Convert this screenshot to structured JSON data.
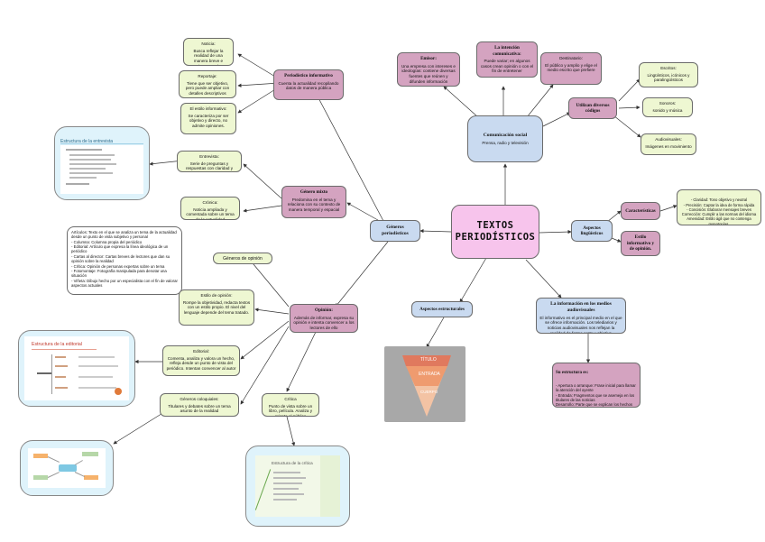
{
  "center": {
    "title": "TEXTOS PERIODÍSTICOS"
  },
  "generos": {
    "title": "Géneros periodísticos"
  },
  "periodistico_informativo": {
    "title": "Periodístico informativo",
    "body": "Cuenta la actualidad recopilando datos de manera pública"
  },
  "noticia": {
    "title": "Noticia:",
    "body": "Busca reflejar la realidad de una manera breve e impersonal"
  },
  "reportaje": {
    "title": "Reportaje:",
    "body": "Tiene que ser objetivo, pero puede ampliar con detalles descriptivos"
  },
  "estilo_informativo": {
    "title": "El estilo informativo:",
    "body": "Se caracteriza por ser objetivo y directo, no admite opiniones."
  },
  "genero_mixto": {
    "title": "Género mixto",
    "body": "Predomina en el tema y relaciona con su contexto de manera temporal y espacial"
  },
  "entrevista": {
    "title": "Entrevista:",
    "body": "Serie de preguntas y respuestas con claridad y estructura"
  },
  "cronica": {
    "title": "Crónica:",
    "body": "Noticia ampliada y comentada sobre un tema de la actualidad"
  },
  "generos_opinion": {
    "title": "Géneros de opinión"
  },
  "opinion": {
    "title": "Opinión:",
    "body": "Además de informar, expresa su opinión e intenta convencer a los lectores de ello"
  },
  "estilo_opinion": {
    "title": "Estilo de opinión:",
    "body": "Rompe la objetividad, redacta textos con un estilo propio. El nivel del lenguaje depende del tema tratado."
  },
  "editorial": {
    "title": "Editorial:",
    "body": "Comenta, analiza y valora un hecho, refleja desde un punto de vista del periódico. Intentan convencer al autor"
  },
  "coloquiales": {
    "title": "Géneros coloquiales:",
    "body": "Titulares y debates sobre un tema asunto de la realidad"
  },
  "critica": {
    "title": "Crítica",
    "body": "Punto de vista sobre un libro, película. Analiza y orienta al público"
  },
  "opinion_list": {
    "items": [
      "Artículos: Texto en el que se analiza un tema de la actualidad desde un punto de vista subjetivo y personal",
      "- Columna: Columna propia del periódico",
      "- Editorial: Artículo que expresa la línea ideológica de un periódico",
      "- Cartas al director: Cartas breves de lectores que dan su opinión sobre la realidad",
      "- Crítica: Opinión de personas expertas sobre un tema",
      "- Fotomontaje: Fotografía manipulada para denotar una situación",
      "- Viñeta: Dibujo hecho por un especialista con el fin de valorar aspectos actuales"
    ]
  },
  "emisor": {
    "title": "Emisor:",
    "body": "Una empresa con intereses e ideologías: contiene diversas fuentes que reúnen y difunden información"
  },
  "intencion": {
    "title": "La intención comunicativa:",
    "body": "Puede variar; en algunos casos crean opinión o con el fin de entretener"
  },
  "destinatario": {
    "title": "Destinatario:",
    "body": "El público y amplio y elige el medio escrito que prefiere"
  },
  "comunicacion": {
    "title": "Comunicación social",
    "body": "Prensa, radio y televisión"
  },
  "codigos": {
    "title": "Utilizan diversos códigos"
  },
  "escritos": {
    "title": "Escritos:",
    "body": "Lingüísticos, icónicos y paralingüísticos"
  },
  "sonoros": {
    "title": "Sonoros:",
    "body": "sonido y música"
  },
  "audiovisuales": {
    "title": "Audiovisuales:",
    "body": "Imágenes en movimiento"
  },
  "aspectos_ling": {
    "title": "Aspectos lingüísticos"
  },
  "caracteristicas": {
    "title": "Características"
  },
  "caracteristicas_list": {
    "body": "- Claridad: Tono objetivo y neutral\n- Precisión: Captar la idea de forma rápida\n- Concisión: Elaborar mensajes breves\nCorrección: Cumplir a las normas del idioma\nAmenidad: Estilo ágil que no contenga monotonías."
  },
  "estilo": {
    "title": "Estilo informativo y de opinión."
  },
  "aspectos_estructurales": {
    "title": "Aspectos estructurales"
  },
  "piramide": {
    "titulo": "TÍTULO",
    "entrada": "ENTRADA",
    "cuerpo": "CUERPO"
  },
  "informacion": {
    "title": "La información en los medios audiovisuales",
    "body": "El informativo es el principal medio en el que se ofrece información. Los telediarios y noticias audiovisuales nos reflejan la realidad de forma corta y objetiva"
  },
  "estructura": {
    "title": "Su estructura es:",
    "body": "- Apertura o arranque: Frase inicial para llamar la atención del oyente\n- Entrada: Fragmentos que se asemeja en los titulares de las noticias\nDesarrollo: Parte que se explican los hechos\nCierre o repetición: Resumen de los hechos"
  },
  "thumb_entrevista": {
    "title": "Estructura de la entrevista"
  },
  "thumb_editorial": {
    "title": "Estructura de la editorial"
  },
  "thumb_critica": {
    "title": "Estructura de la crítica"
  },
  "colors": {
    "green": "#eef7d2",
    "mauve": "#d4a3c0",
    "blue": "#c9daf0",
    "pink": "#f6d5ef",
    "center": "#f7c4ec"
  }
}
